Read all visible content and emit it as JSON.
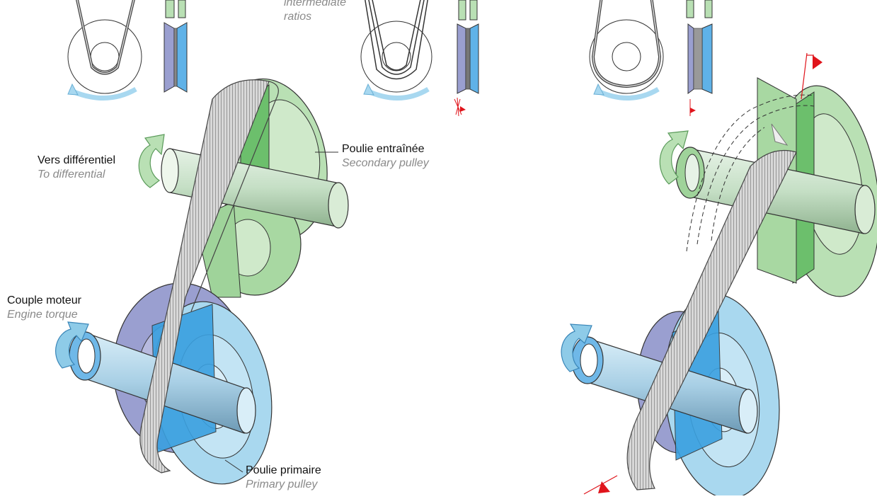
{
  "labels": {
    "differential_fr": "Vers différentiel",
    "differential_en": "To differential",
    "secondary_fr": "Poulie entraînée",
    "secondary_en": "Secondary pulley",
    "engine_fr": "Couple moteur",
    "engine_en": "Engine torque",
    "primary_fr": "Poulie primaire",
    "primary_en": "Primary pulley",
    "ratios_line1": "intermediate",
    "ratios_line2": "ratios"
  },
  "colors": {
    "primary_blue": "#8ecbe8",
    "primary_blue_dark": "#3aa0e0",
    "primary_violet": "#9a9fd0",
    "secondary_green": "#b9e0b4",
    "secondary_green_dark": "#6cbf6c",
    "belt": "#888888",
    "arrow_blue": "#a8d8f0",
    "indicator_red": "#e0141b"
  },
  "icons": [
    "rotation-arrow-icon",
    "flag-indicator-icon"
  ]
}
